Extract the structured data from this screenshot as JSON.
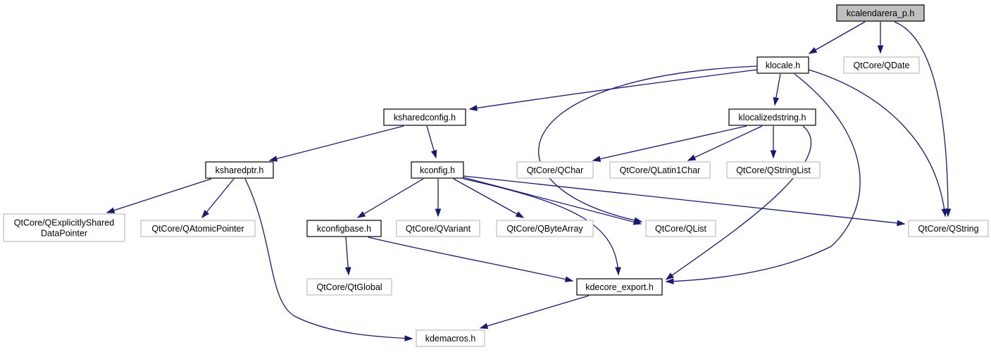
{
  "colors": {
    "edge": "#191970",
    "root_fill": "#bfbfbf",
    "local_border": "#000000",
    "external_border": "#bfbfbf",
    "background": "#ffffff"
  },
  "nodes": {
    "kcalendarera_p": {
      "lines": [
        "kcalendarera_p.h"
      ],
      "kind": "root"
    },
    "klocale": {
      "lines": [
        "klocale.h"
      ],
      "kind": "local"
    },
    "qdate": {
      "lines": [
        "QtCore/QDate"
      ],
      "kind": "external"
    },
    "ksharedconfig": {
      "lines": [
        "ksharedconfig.h"
      ],
      "kind": "local"
    },
    "klocalizedstring": {
      "lines": [
        "klocalizedstring.h"
      ],
      "kind": "local"
    },
    "ksharedptr": {
      "lines": [
        "ksharedptr.h"
      ],
      "kind": "local"
    },
    "kconfig": {
      "lines": [
        "kconfig.h"
      ],
      "kind": "local"
    },
    "qchar": {
      "lines": [
        "QtCore/QChar"
      ],
      "kind": "external"
    },
    "qlatin1char": {
      "lines": [
        "QtCore/QLatin1Char"
      ],
      "kind": "external"
    },
    "qstringlist": {
      "lines": [
        "QtCore/QStringList"
      ],
      "kind": "external"
    },
    "qexplicitly": {
      "lines": [
        "QtCore/QExplicitlyShared",
        "DataPointer"
      ],
      "kind": "external"
    },
    "qatomicpointer": {
      "lines": [
        "QtCore/QAtomicPointer"
      ],
      "kind": "external"
    },
    "kconfigbase": {
      "lines": [
        "kconfigbase.h"
      ],
      "kind": "local"
    },
    "qvariant": {
      "lines": [
        "QtCore/QVariant"
      ],
      "kind": "external"
    },
    "qbytearray": {
      "lines": [
        "QtCore/QByteArray"
      ],
      "kind": "external"
    },
    "qlist": {
      "lines": [
        "QtCore/QList"
      ],
      "kind": "external"
    },
    "qstring": {
      "lines": [
        "QtCore/QString"
      ],
      "kind": "external"
    },
    "qtglobal": {
      "lines": [
        "QtCore/QtGlobal"
      ],
      "kind": "external"
    },
    "kdecore_export": {
      "lines": [
        "kdecore_export.h"
      ],
      "kind": "local"
    },
    "kdemacros": {
      "lines": [
        "kdemacros.h"
      ],
      "kind": "external"
    }
  },
  "edges": [
    {
      "from": "kcalendarera_p",
      "to": "klocale"
    },
    {
      "from": "kcalendarera_p",
      "to": "qdate"
    },
    {
      "from": "kcalendarera_p",
      "to": "qstring"
    },
    {
      "from": "klocale",
      "to": "ksharedconfig"
    },
    {
      "from": "klocale",
      "to": "klocalizedstring"
    },
    {
      "from": "klocale",
      "to": "qlist"
    },
    {
      "from": "klocale",
      "to": "kdecore_export"
    },
    {
      "from": "klocale",
      "to": "qstring"
    },
    {
      "from": "ksharedconfig",
      "to": "ksharedptr"
    },
    {
      "from": "ksharedconfig",
      "to": "kconfig"
    },
    {
      "from": "klocalizedstring",
      "to": "qchar"
    },
    {
      "from": "klocalizedstring",
      "to": "qlatin1char"
    },
    {
      "from": "klocalizedstring",
      "to": "qstringlist"
    },
    {
      "from": "klocalizedstring",
      "to": "kdecore_export"
    },
    {
      "from": "ksharedptr",
      "to": "qexplicitly"
    },
    {
      "from": "ksharedptr",
      "to": "qatomicpointer"
    },
    {
      "from": "ksharedptr",
      "to": "kdemacros"
    },
    {
      "from": "kconfig",
      "to": "kconfigbase"
    },
    {
      "from": "kconfig",
      "to": "qvariant"
    },
    {
      "from": "kconfig",
      "to": "qbytearray"
    },
    {
      "from": "kconfig",
      "to": "qlist"
    },
    {
      "from": "kconfig",
      "to": "kdecore_export"
    },
    {
      "from": "kconfig",
      "to": "qstring"
    },
    {
      "from": "kconfigbase",
      "to": "qtglobal"
    },
    {
      "from": "kconfigbase",
      "to": "kdecore_export"
    },
    {
      "from": "kdecore_export",
      "to": "kdemacros"
    }
  ]
}
